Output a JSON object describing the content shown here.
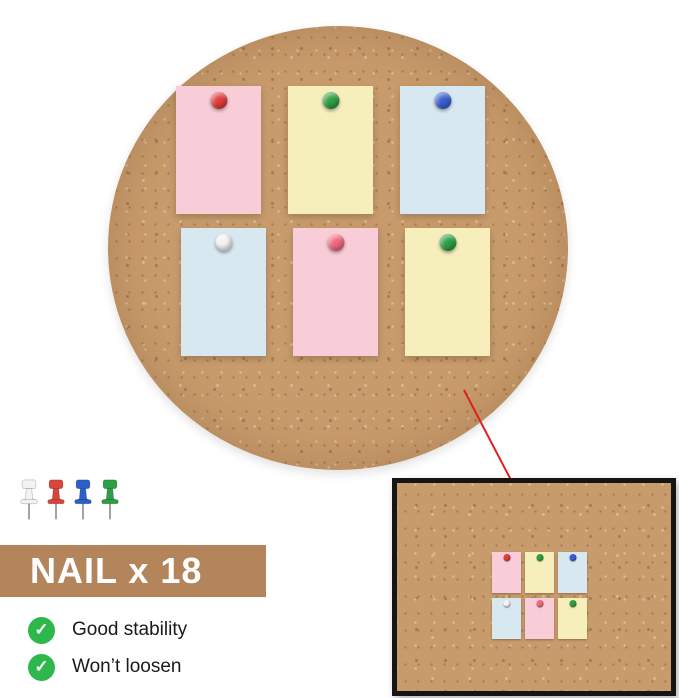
{
  "banner": {
    "label": "NAIL x 18",
    "bg_color": "#b4855b",
    "text_color": "#ffffff"
  },
  "features": [
    {
      "label": "Good stability"
    },
    {
      "label": "Won’t loosen"
    }
  ],
  "icons": {
    "check": "✓"
  },
  "palette": {
    "cork": "#c89b6c",
    "cork_speckle_dark": "#aa7c4f",
    "cork_speckle_light": "#e0bd93",
    "check_green": "#2db84b",
    "connector_red": "#e01f1f",
    "board_frame": "#151515",
    "needle_gray": "#9a9a9a"
  },
  "loose_pins": [
    {
      "name": "white-pushpin",
      "color": "#f2f2f2"
    },
    {
      "name": "red-pushpin",
      "color": "#d8453c"
    },
    {
      "name": "blue-pushpin",
      "color": "#2b5fc7"
    },
    {
      "name": "green-pushpin",
      "color": "#2f9e44"
    }
  ],
  "pinned_notes": [
    {
      "note": "pink",
      "note_color": "#f9cdd8",
      "pin": "red",
      "pin_color": "#e23b3b"
    },
    {
      "note": "yellow",
      "note_color": "#f6eebb",
      "pin": "green",
      "pin_color": "#2f9e44"
    },
    {
      "note": "blue",
      "note_color": "#d7e8f1",
      "pin": "blue",
      "pin_color": "#3a5fd0"
    },
    {
      "note": "blue",
      "note_color": "#d7e8f1",
      "pin": "white",
      "pin_color": "#f3f3f3"
    },
    {
      "note": "pink",
      "note_color": "#f9cdd8",
      "pin": "pink",
      "pin_color": "#f0687e"
    },
    {
      "note": "yellow",
      "note_color": "#f6eebb",
      "pin": "green",
      "pin_color": "#2f9e44"
    }
  ]
}
